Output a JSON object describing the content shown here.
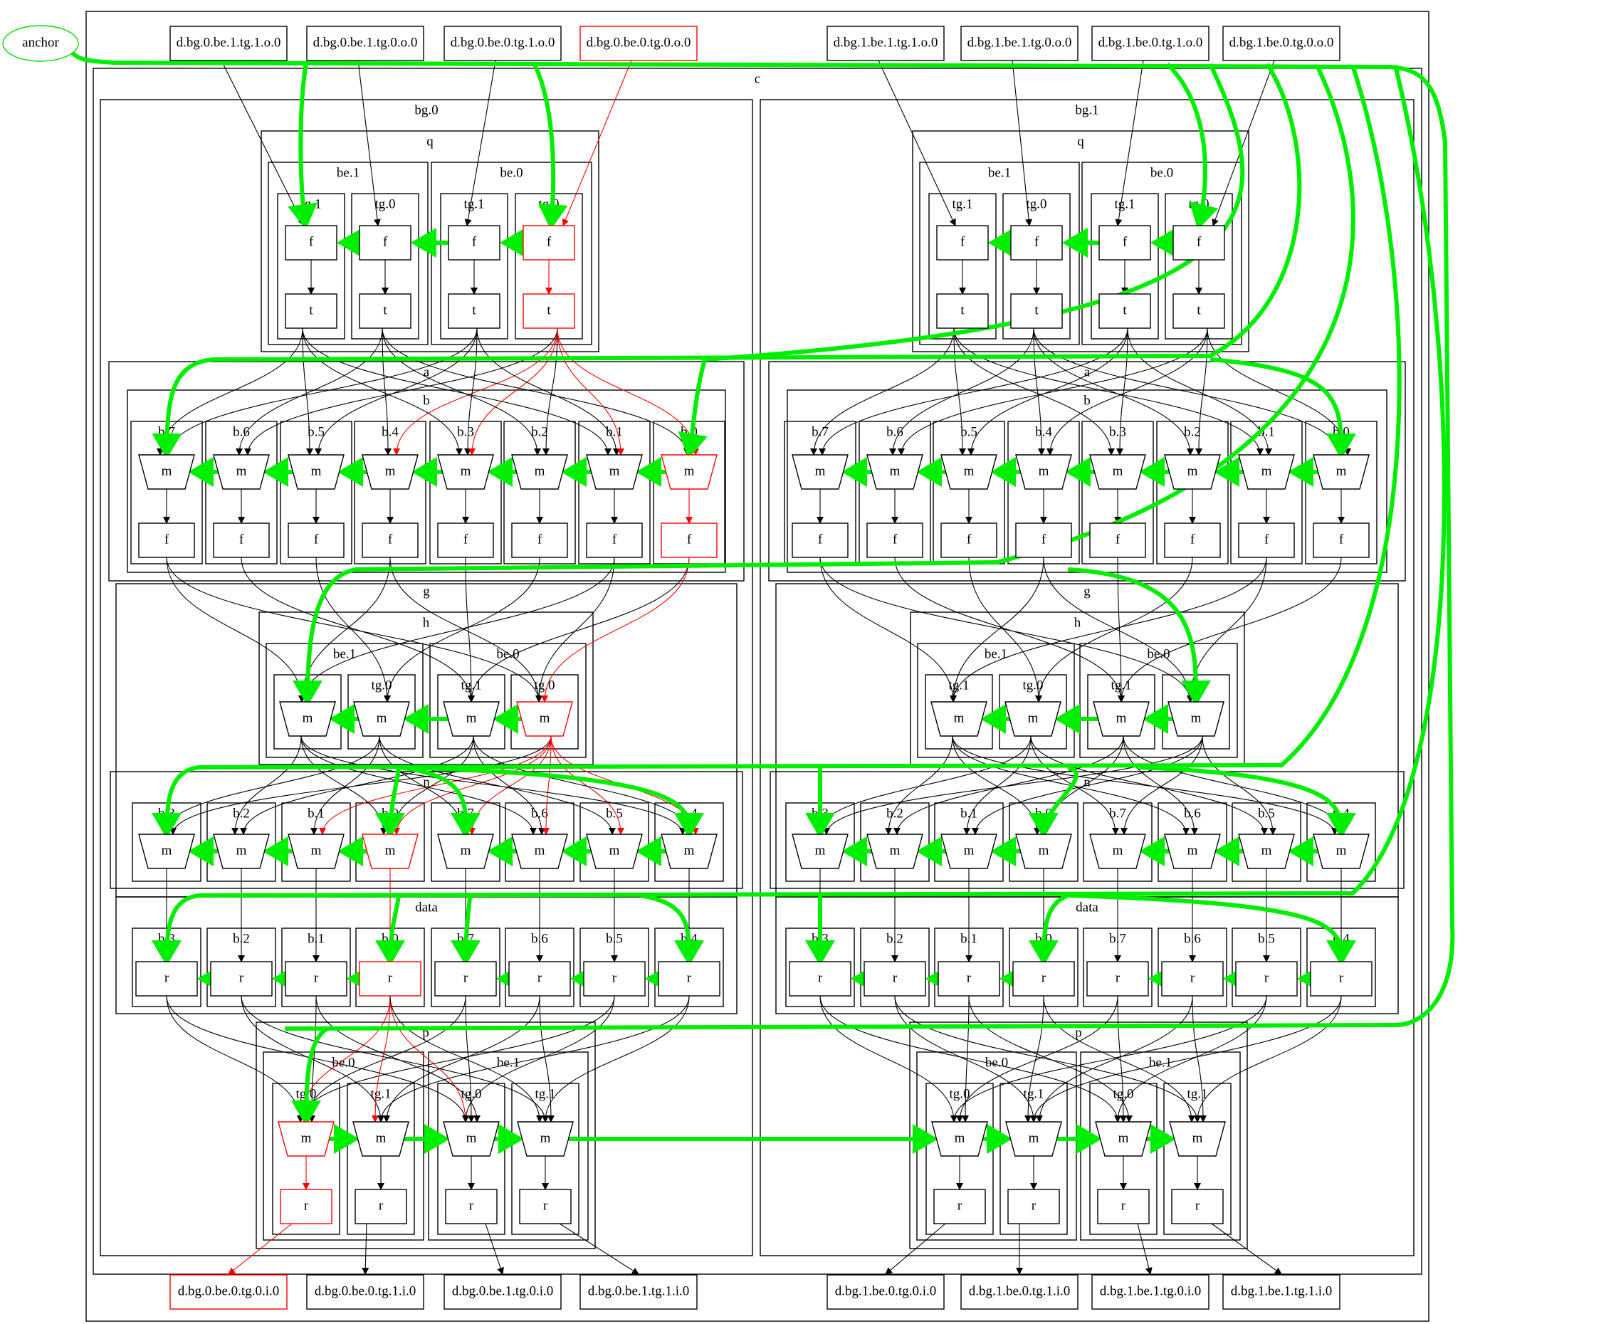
{
  "anchor": {
    "label": "anchor",
    "color": "#00dd00"
  },
  "root_cluster": "c",
  "colors": {
    "highlight": "#ff0000",
    "chain": "#00ee00",
    "normal": "#000000"
  },
  "outputs": {
    "bg0": [
      "d.bg.0.be.1.tg.1.o.0",
      "d.bg.0.be.1.tg.0.o.0",
      "d.bg.0.be.0.tg.1.o.0",
      "d.bg.0.be.0.tg.0.o.0"
    ],
    "bg1": [
      "d.bg.1.be.1.tg.1.o.0",
      "d.bg.1.be.1.tg.0.o.0",
      "d.bg.1.be.0.tg.1.o.0",
      "d.bg.1.be.0.tg.0.o.0"
    ],
    "highlighted": "d.bg.0.be.0.tg.0.o.0"
  },
  "inputs": {
    "bg0": [
      "d.bg.0.be.0.tg.0.i.0",
      "d.bg.0.be.0.tg.1.i.0",
      "d.bg.0.be.1.tg.0.i.0",
      "d.bg.0.be.1.tg.1.i.0"
    ],
    "bg1": [
      "d.bg.1.be.0.tg.0.i.0",
      "d.bg.1.be.0.tg.1.i.0",
      "d.bg.1.be.1.tg.0.i.0",
      "d.bg.1.be.1.tg.1.i.0"
    ],
    "highlighted": "d.bg.0.be.0.tg.0.i.0"
  },
  "bank_groups": [
    {
      "label": "bg.0",
      "q": {
        "label": "q",
        "be": [
          {
            "label": "be.1",
            "tg": [
              {
                "label": "tg.1"
              },
              {
                "label": "tg.0"
              }
            ]
          },
          {
            "label": "be.0",
            "tg": [
              {
                "label": "tg.1"
              },
              {
                "label": "tg.0"
              }
            ]
          }
        ],
        "nodes": [
          "f",
          "t"
        ]
      },
      "a": {
        "label": "a",
        "b_label": "b",
        "banks": [
          "b.7",
          "b.6",
          "b.5",
          "b.4",
          "b.3",
          "b.2",
          "b.1",
          "b.0"
        ],
        "nodes": [
          "m",
          "f"
        ]
      },
      "g": {
        "label": "g"
      },
      "h": {
        "label": "h",
        "be": [
          {
            "label": "be.1",
            "tg": [
              {
                "label": "tg.1"
              },
              {
                "label": "tg.0"
              }
            ]
          },
          {
            "label": "be.0",
            "tg": [
              {
                "label": "tg.1"
              },
              {
                "label": "tg.0"
              }
            ]
          }
        ],
        "node": "m"
      },
      "n": {
        "label": "n",
        "banks": [
          "b.3",
          "b.2",
          "b.1",
          "b.0",
          "b.7",
          "b.6",
          "b.5",
          "b.4"
        ],
        "node": "m"
      },
      "data": {
        "label": "data",
        "banks": [
          "b.3",
          "b.2",
          "b.1",
          "b.0",
          "b.7",
          "b.6",
          "b.5",
          "b.4"
        ],
        "node": "r"
      },
      "p": {
        "label": "p",
        "be": [
          {
            "label": "be.0",
            "tg": [
              {
                "label": "tg.0"
              },
              {
                "label": "tg.1"
              }
            ]
          },
          {
            "label": "be.1",
            "tg": [
              {
                "label": "tg.0"
              },
              {
                "label": "tg.1"
              }
            ]
          }
        ],
        "nodes": [
          "m",
          "r"
        ]
      }
    },
    {
      "label": "bg.1",
      "q": {
        "label": "q",
        "be": [
          {
            "label": "be.1",
            "tg": [
              {
                "label": "tg.1"
              },
              {
                "label": "tg.0"
              }
            ]
          },
          {
            "label": "be.0",
            "tg": [
              {
                "label": "tg.1"
              },
              {
                "label": "tg.0"
              }
            ]
          }
        ],
        "nodes": [
          "f",
          "t"
        ]
      },
      "a": {
        "label": "a",
        "b_label": "b",
        "banks": [
          "b.7",
          "b.6",
          "b.5",
          "b.4",
          "b.3",
          "b.2",
          "b.1",
          "b.0"
        ],
        "nodes": [
          "m",
          "f"
        ]
      },
      "g": {
        "label": "g"
      },
      "h": {
        "label": "h",
        "be": [
          {
            "label": "be.1",
            "tg": [
              {
                "label": "tg.1"
              },
              {
                "label": "tg.0"
              }
            ]
          },
          {
            "label": "be.0",
            "tg": [
              {
                "label": "tg.1"
              },
              {
                "label": "tg.0"
              }
            ]
          }
        ],
        "node": "m"
      },
      "n": {
        "label": "n",
        "banks": [
          "b.3",
          "b.2",
          "b.1",
          "b.0",
          "b.7",
          "b.6",
          "b.5",
          "b.4"
        ],
        "node": "m"
      },
      "data": {
        "label": "data",
        "banks": [
          "b.3",
          "b.2",
          "b.1",
          "b.0",
          "b.7",
          "b.6",
          "b.5",
          "b.4"
        ],
        "node": "r"
      },
      "p": {
        "label": "p",
        "be": [
          {
            "label": "be.0",
            "tg": [
              {
                "label": "tg.0"
              },
              {
                "label": "tg.1"
              }
            ]
          },
          {
            "label": "be.1",
            "tg": [
              {
                "label": "tg.0"
              },
              {
                "label": "tg.1"
              }
            ]
          }
        ],
        "nodes": [
          "m",
          "r"
        ]
      }
    }
  ],
  "highlight_path": {
    "bank_group": "bg.0",
    "q": "be.0/tg.0",
    "a_bank": "b.0",
    "h": "be.0/tg.0",
    "n_bank": "b.0",
    "data_bank": "b.0",
    "p": "be.0/tg.0"
  }
}
